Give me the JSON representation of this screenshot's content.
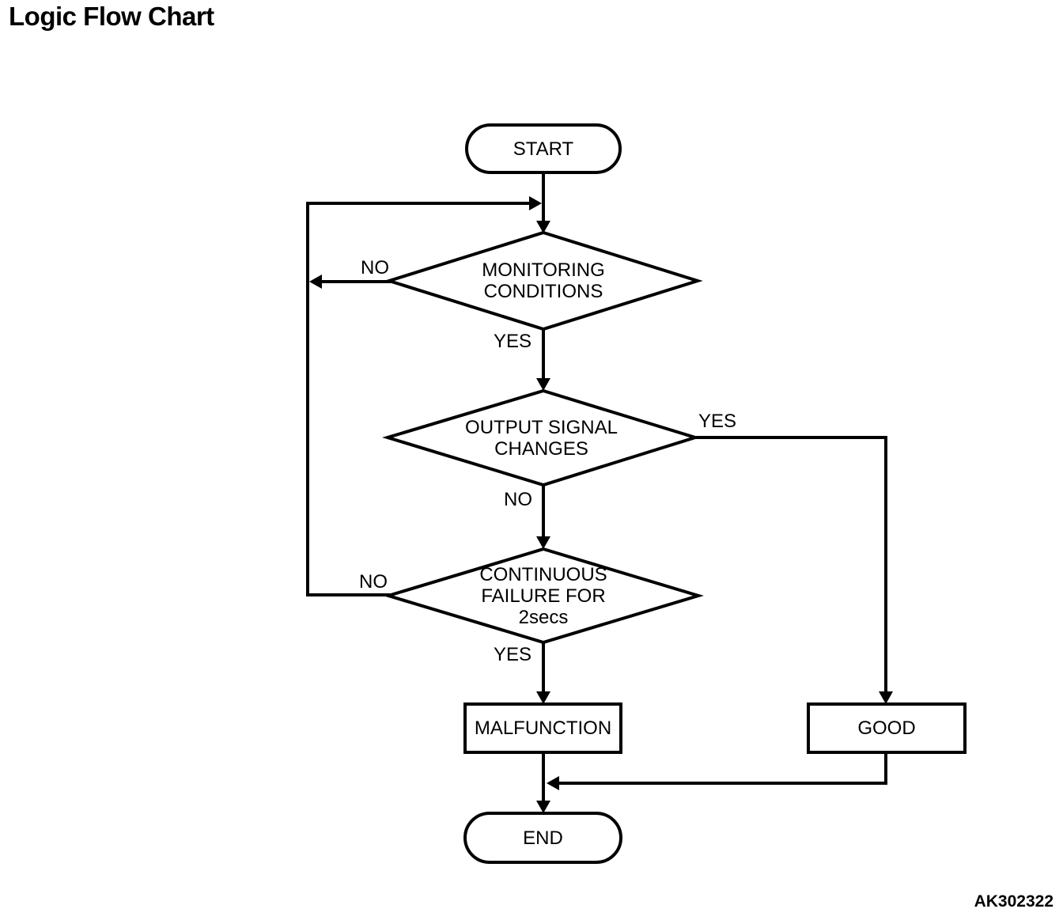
{
  "title": "Logic Flow Chart",
  "figure_code": "AK302322",
  "colors": {
    "line": "#000000",
    "background": "#ffffff",
    "text": "#000000"
  },
  "nodes": {
    "start": {
      "label": "START"
    },
    "monitoring": {
      "label": "MONITORING\nCONDITIONS"
    },
    "output_signal": {
      "label": "OUTPUT SIGNAL\nCHANGES"
    },
    "continuous_failure": {
      "label": "CONTINUOUS\nFAILURE FOR\n2secs"
    },
    "malfunction": {
      "label": "MALFUNCTION"
    },
    "good": {
      "label": "GOOD"
    },
    "end": {
      "label": "END"
    }
  },
  "edge_labels": {
    "monitoring_no": "NO",
    "monitoring_yes": "YES",
    "output_yes": "YES",
    "output_no": "NO",
    "continuous_no": "NO",
    "continuous_yes": "YES"
  }
}
